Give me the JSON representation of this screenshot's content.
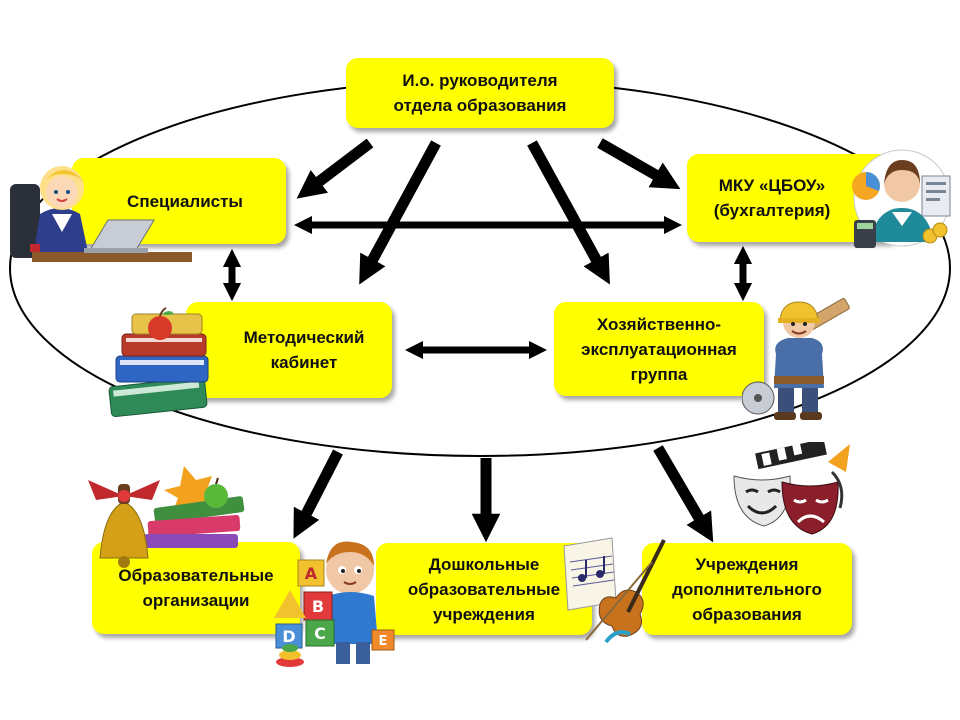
{
  "nodes": {
    "head": "И.о. руководителя\nотдела образования",
    "specialists": "Специалисты",
    "accounting": "МКУ «ЦБОУ»\n(бухгалтерия)",
    "method": "Методический\nкабинет",
    "maintenance": "Хозяйственно-\nэксплуатационная\nгруппа",
    "schools": "Образовательные\nорганизации",
    "preschool": "Дошкольные\nобразовательные\nучреждения",
    "additional": "Учреждения\nдополнительного\nобразования"
  },
  "letter_blocks": [
    "A",
    "B",
    "C",
    "D",
    "E"
  ],
  "colors": {
    "box_fill": "#ffff00",
    "arrow": "#000000",
    "ellipse_stroke": "#000000"
  },
  "icons": [
    "teacher-at-laptop-icon",
    "accountant-icon",
    "books-with-apple-icon",
    "builder-worker-icon",
    "school-bell-books-icon",
    "child-with-blocks-icon",
    "music-notes-violin-icon",
    "theatre-masks-icon"
  ]
}
